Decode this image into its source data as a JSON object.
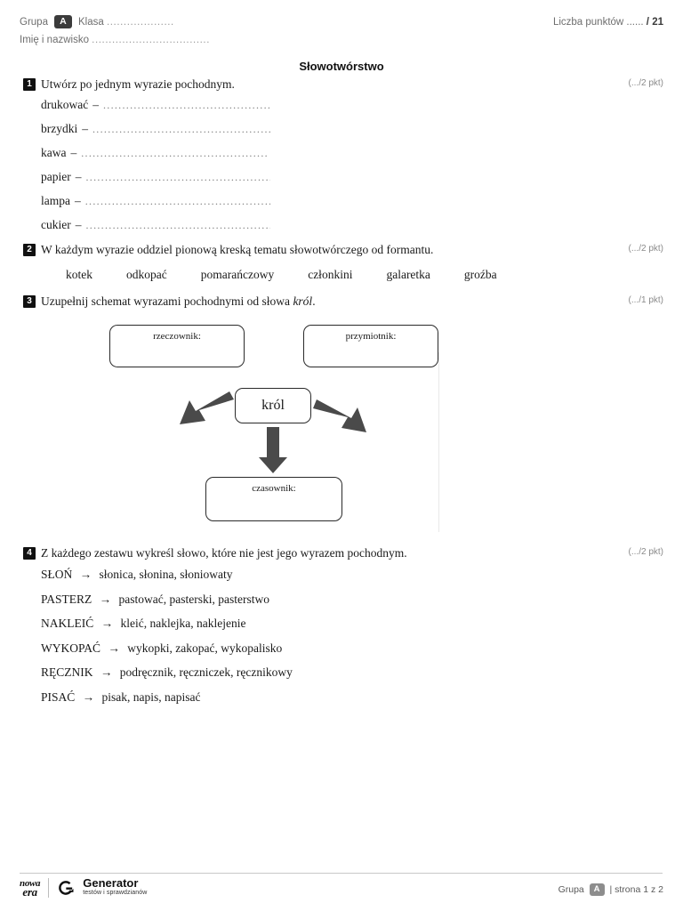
{
  "header": {
    "group_label": "Grupa",
    "group_value": "A",
    "class_label": "Klasa",
    "class_dots": "....................",
    "name_label": "Imię i nazwisko",
    "name_dots": "...................................",
    "points_label": "Liczba punktów ......",
    "points_sep": "/",
    "points_max": "21"
  },
  "title": "Słowotwórstwo",
  "tasks": [
    {
      "number": "1",
      "prompt": "Utwórz po jednym wyrazie pochodnym.",
      "points": "(.../2 pkt)",
      "items": [
        {
          "word": "drukować",
          "dash": "–",
          "dots": "................................................."
        },
        {
          "word": "brzydki",
          "dash": "–",
          "dots": "................................................."
        },
        {
          "word": "kawa",
          "dash": "–",
          "dots": "................................................."
        },
        {
          "word": "papier",
          "dash": "–",
          "dots": "................................................."
        },
        {
          "word": "lampa",
          "dash": "–",
          "dots": "................................................."
        },
        {
          "word": "cukier",
          "dash": "–",
          "dots": "................................................."
        }
      ]
    },
    {
      "number": "2",
      "prompt": "W każdym wyrazie oddziel pionową kreską tematu słowotwórczego od formantu.",
      "points": "(.../2 pkt)",
      "words": [
        "kotek",
        "odkopać",
        "pomarańczowy",
        "członkini",
        "galaretka",
        "groźba"
      ]
    },
    {
      "number": "3",
      "prompt_before": "Uzupełnij schemat wyrazami pochodnymi od słowa ",
      "prompt_italic": "król",
      "prompt_after": ".",
      "points": "(.../1 pkt)",
      "diagram": {
        "center": "król",
        "noun_box": "rzeczownik:",
        "adjective_box": "przymiotnik:",
        "verb_box": "czasownik:"
      }
    },
    {
      "number": "4",
      "prompt": "Z każdego zestawu wykreśl słowo, które nie jest jego wyrazem pochodnym.",
      "points": "(.../2 pkt)",
      "arrow": "→",
      "sets": [
        {
          "base": "SŁOŃ",
          "options": "słonica, słonina, słoniowaty"
        },
        {
          "base": "PASTERZ",
          "options": "pastować, pasterski, pasterstwo"
        },
        {
          "base": "NAKLEIĆ",
          "options": "kleić, naklejka, naklejenie"
        },
        {
          "base": "WYKOPAĆ",
          "options": "wykopki, zakopać, wykopalisko"
        },
        {
          "base": "RĘCZNIK",
          "options": "podręcznik, ręczniczek, ręcznikowy"
        },
        {
          "base": "PISAĆ",
          "options": "pisak, napis, napisać"
        }
      ]
    }
  ],
  "footer": {
    "brand_line1": "nowa",
    "brand_line2": "era",
    "generator_title": "Generator",
    "generator_subtitle": "testów i sprawdzianów",
    "group_label": "Grupa",
    "group_value": "A",
    "separator": "|",
    "page_text": "strona 1 z 2"
  },
  "colors": {
    "ink": "#1a1a1a",
    "muted": "#6e6e6e",
    "badge_dark": "#111111",
    "badge_gray": "#8d8d8d",
    "arrow_gray": "#4a4a4a",
    "rule": "#c9c9c9"
  }
}
